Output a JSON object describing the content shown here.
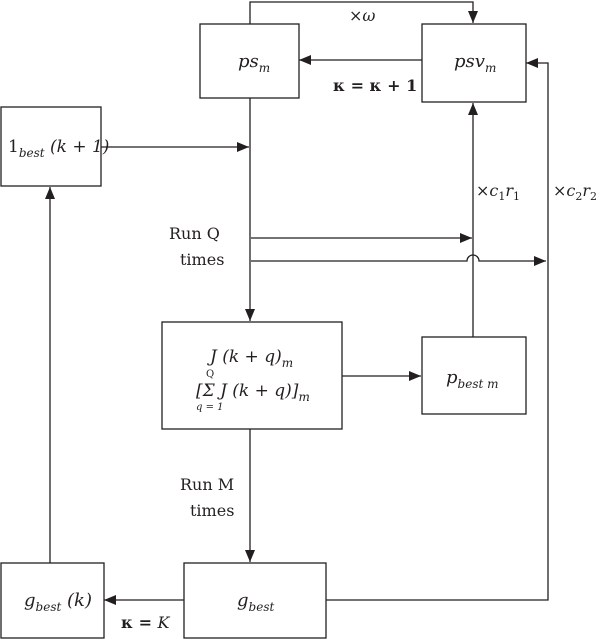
{
  "blocks": {
    "ps": {
      "main": "ps",
      "sub": "m"
    },
    "psv": {
      "main": "psv",
      "sub": "m"
    },
    "one_best": {
      "main": "1",
      "sub": "best",
      "arg": " (k + 1)"
    },
    "cost": {
      "line1": "J (k + q)",
      "line1_sub": "m",
      "sum_top": "Q",
      "sum_bottom": "q = 1",
      "sum_open": "[",
      "sum_symbol": "Σ",
      "sum_body": " J (k + q)]",
      "sum_sub": "m"
    },
    "pbest": {
      "main": "p",
      "sub": "best m"
    },
    "gbest_k": {
      "main": "g",
      "sub": "best",
      "arg": " (k)"
    },
    "gbest": {
      "main": "g",
      "sub": "best"
    }
  },
  "labels": {
    "omega": {
      "prefix": "×",
      "var": "ω"
    },
    "kappa_update": {
      "lhs": "κ",
      "eq": " = ",
      "rhs": "κ",
      "tail": " + 1"
    },
    "c1r1": {
      "prefix": "×",
      "c": "c",
      "c_sub": "1",
      "r": "r",
      "r_sub": "1"
    },
    "c2r2": {
      "prefix": "×",
      "c": "c",
      "c_sub": "2",
      "r": "r",
      "r_sub": "2"
    },
    "run_q": [
      "Run Q",
      "times"
    ],
    "run_m": [
      "Run M",
      "times"
    ],
    "kappa_final": {
      "lhs": "κ",
      "eq": " = ",
      "rhs": "K"
    }
  }
}
